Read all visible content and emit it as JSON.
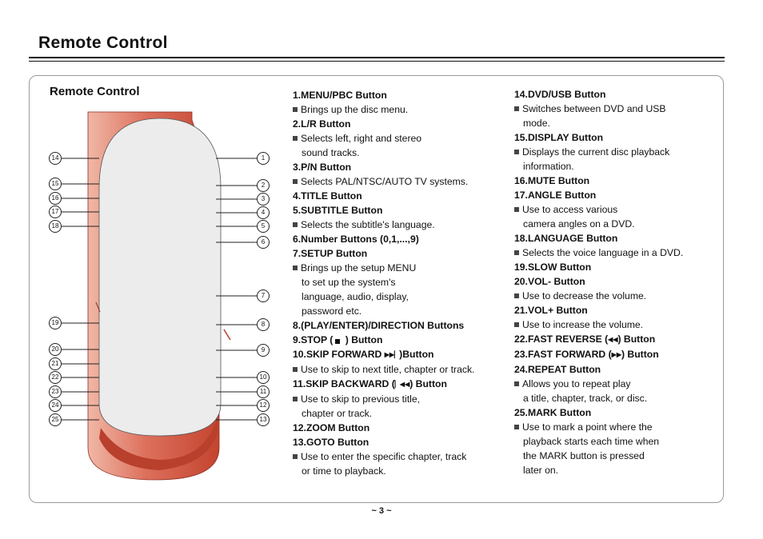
{
  "page_title": "Remote Control",
  "panel_title": "Remote Control",
  "page_number": "~ 3 ~",
  "colors": {
    "remote_red": "#d85a48",
    "remote_body": "#ececec"
  },
  "callouts_right": [
    "1",
    "2",
    "3",
    "4",
    "5",
    "6",
    "7",
    "8",
    "9",
    "10",
    "11",
    "12",
    "13"
  ],
  "callouts_left": [
    "14",
    "15",
    "16",
    "17",
    "18",
    "19",
    "20",
    "21",
    "22",
    "23",
    "24",
    "25"
  ],
  "col1": [
    {
      "k": "h",
      "t": "1.MENU/PBC Button"
    },
    {
      "k": "b",
      "t": "Brings up the disc menu."
    },
    {
      "k": "h",
      "t": "2.L/R Button"
    },
    {
      "k": "b",
      "t": "Selects left, right and stereo"
    },
    {
      "k": "c",
      "t": "sound tracks."
    },
    {
      "k": "h",
      "t": "3.P/N Button"
    },
    {
      "k": "b",
      "t": "Selects PAL/NTSC/AUTO TV systems."
    },
    {
      "k": "h",
      "t": "4.TITLE Button"
    },
    {
      "k": "h",
      "t": "5.SUBTITLE Button"
    },
    {
      "k": "b",
      "t": "Selects the subtitle's language."
    },
    {
      "k": "h",
      "t": "6.Number Buttons (0,1,...,9)"
    },
    {
      "k": "h",
      "t": "7.SETUP Button"
    },
    {
      "k": "b",
      "t": "Brings up the setup MENU"
    },
    {
      "k": "c",
      "t": "to set up the system's"
    },
    {
      "k": "c",
      "t": "language, audio, display,"
    },
    {
      "k": "c",
      "t": "password etc."
    },
    {
      "k": "h",
      "t": "8.(PLAY/ENTER)/DIRECTION Buttons"
    },
    {
      "k": "h",
      "t": "9.STOP (",
      "t2": " ) Button",
      "g": "stop"
    },
    {
      "k": "h",
      "t": "10.SKIP FORWARD  ",
      "t2": ")Button",
      "g": "skipfwd"
    },
    {
      "k": "b",
      "t": "Use to skip to next title, chapter or track."
    },
    {
      "k": "h",
      "t": "11.SKIP BACKWARD (",
      "t2": ") Button",
      "g": "skipback"
    },
    {
      "k": "b",
      "t": "Use to skip to previous title,"
    },
    {
      "k": "c",
      "t": "chapter or track."
    },
    {
      "k": "h",
      "t": "12.ZOOM Button"
    },
    {
      "k": "h",
      "t": "13.GOTO Button"
    },
    {
      "k": "b",
      "t": "Use to enter the specific chapter, track"
    },
    {
      "k": "c",
      "t": "or time to playback."
    }
  ],
  "col2": [
    {
      "k": "h",
      "t": "14.DVD/USB Button"
    },
    {
      "k": "b",
      "t": "Switches between DVD and USB"
    },
    {
      "k": "c",
      "t": "mode."
    },
    {
      "k": "h",
      "t": "15.DISPLAY Button"
    },
    {
      "k": "b",
      "t": "Displays the current disc playback"
    },
    {
      "k": "c",
      "t": "information."
    },
    {
      "k": "h",
      "t": "16.MUTE Button"
    },
    {
      "k": "h",
      "t": "17.ANGLE Button"
    },
    {
      "k": "b",
      "t": "Use to access various"
    },
    {
      "k": "c",
      "t": "camera angles on a DVD."
    },
    {
      "k": "h",
      "t": "18.LANGUAGE Button"
    },
    {
      "k": "b",
      "t": "Selects the voice language in a DVD."
    },
    {
      "k": "h",
      "t": "19.SLOW Button"
    },
    {
      "k": "h",
      "t": "20.VOL- Button"
    },
    {
      "k": "b",
      "t": "Use to decrease the volume."
    },
    {
      "k": "h",
      "t": "21.VOL+ Button"
    },
    {
      "k": "b",
      "t": "Use to increase the volume."
    },
    {
      "k": "h",
      "t": "22.FAST REVERSE (",
      "t2": ") Button",
      "g": "rev"
    },
    {
      "k": "h",
      "t": "23.FAST FORWARD (",
      "t2": ") Button",
      "g": "fwd"
    },
    {
      "k": "h",
      "t": "24.REPEAT Button"
    },
    {
      "k": "b",
      "t": "Allows you to repeat play"
    },
    {
      "k": "c",
      "t": "a title, chapter, track, or disc."
    },
    {
      "k": "h",
      "t": "25.MARK Button"
    },
    {
      "k": "b",
      "t": "Use to mark a point where the"
    },
    {
      "k": "c",
      "t": "playback starts each time when"
    },
    {
      "k": "c",
      "t": "the MARK button is pressed"
    },
    {
      "k": "c",
      "t": "later on."
    }
  ]
}
